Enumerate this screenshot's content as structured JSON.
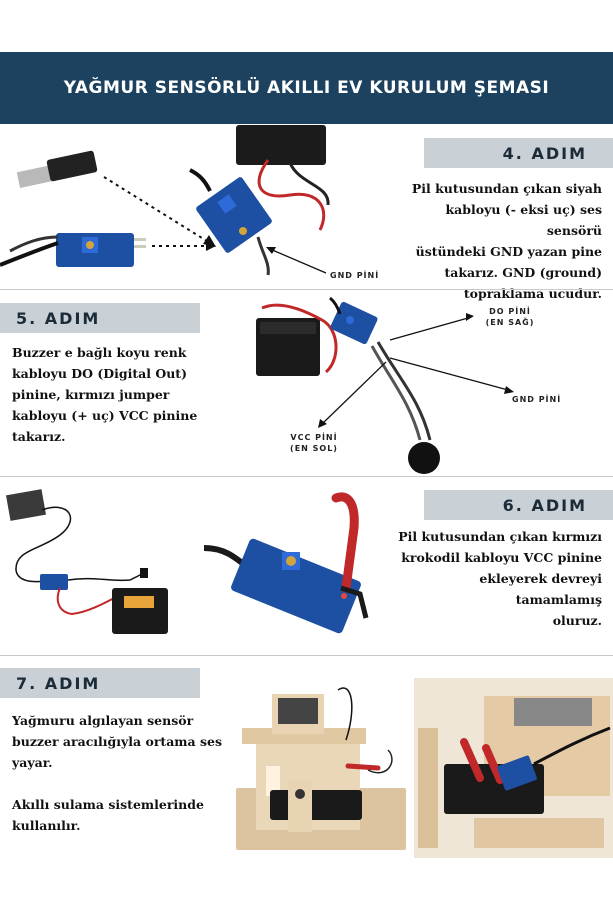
{
  "header": {
    "title": "YAĞMUR SENSÖRLÜ AKILLI EV KURULUM ŞEMASI"
  },
  "steps": [
    {
      "label": "4. ADIM",
      "lines": [
        "Pil kutusundan çıkan siyah",
        "kabloyu (- eksi uç) ses sensörü",
        "üstündeki GND yazan pine",
        "takarız. GND (ground)",
        "topraklama ucudur."
      ],
      "pins": [
        {
          "text": "GND PİNİ"
        }
      ]
    },
    {
      "label": "5. ADIM",
      "lines": [
        "Buzzer e bağlı koyu renk",
        "kabloyu DO (Digital Out)",
        "pinine, kırmızı jumper",
        "kabloyu (+ uç) VCC pinine",
        "takarız."
      ],
      "pins": [
        {
          "text": "DO PİNİ",
          "sub": "(EN SAĞ)"
        },
        {
          "text": "GND PİNİ"
        },
        {
          "text": "VCC PİNİ",
          "sub": "(EN SOL)"
        }
      ]
    },
    {
      "label": "6. ADIM",
      "lines": [
        "Pil kutusundan çıkan kırmızı",
        "krokodil kabloyu VCC pinine",
        "ekleyerek devreyi tamamlamış",
        "oluruz."
      ]
    },
    {
      "label": "7. ADIM",
      "lines": [
        "Yağmuru algılayan sensör",
        "buzzer aracılığıyla ortama ses",
        "yayar.",
        "",
        "Akıllı sulama sistemlerinde",
        "kullanılır."
      ]
    }
  ]
}
